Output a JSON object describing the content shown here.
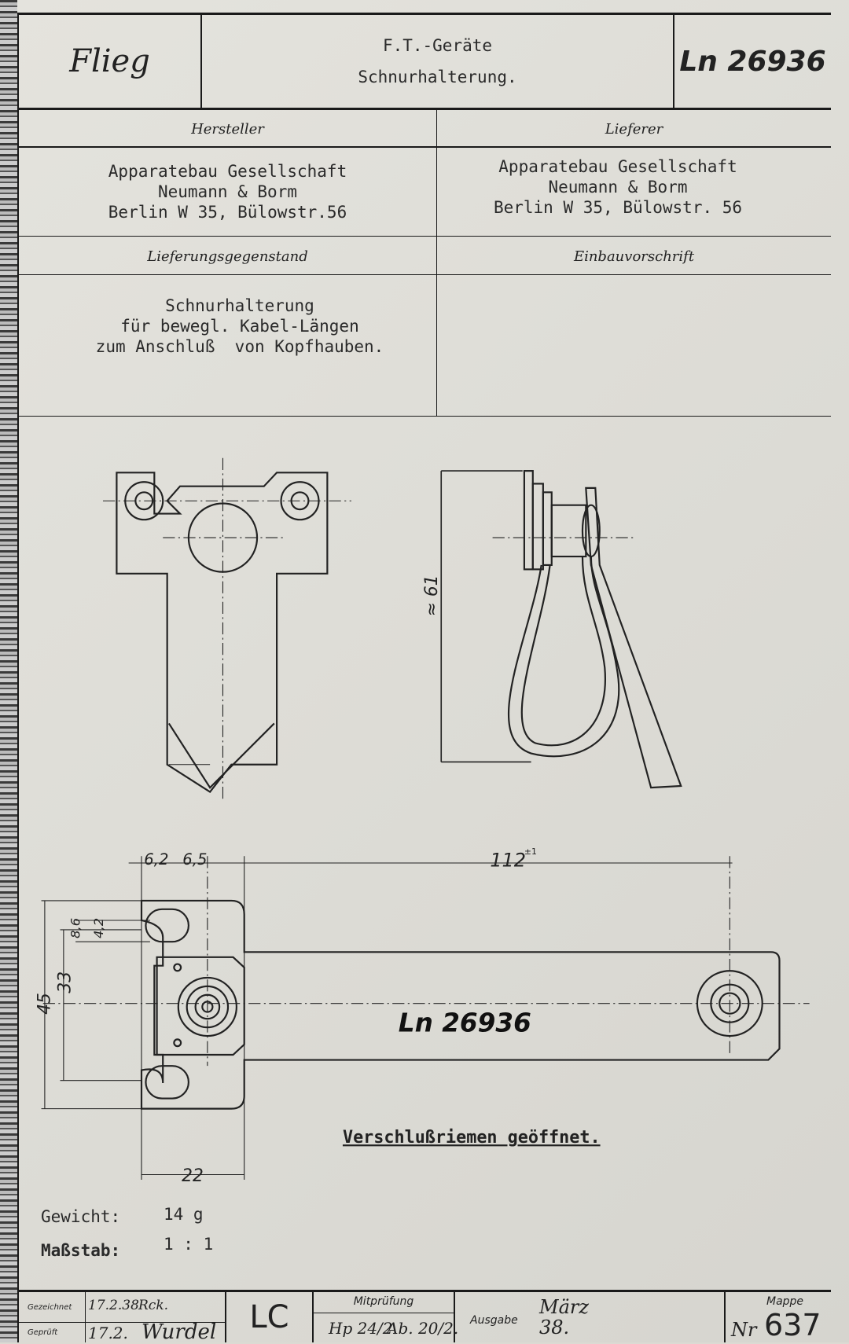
{
  "header": {
    "left": "Flieg",
    "title_line1": "F.T.-Geräte",
    "title_line2": "Schnurhalterung.",
    "part_number": "Ln 26936"
  },
  "sections": {
    "hersteller_label": "Hersteller",
    "hersteller": [
      "Apparatebau Gesellschaft",
      "Neumann & Borm",
      "Berlin W 35, Bülowstr.56"
    ],
    "lieferer_label": "Lieferer",
    "lieferer": [
      "Apparatebau Gesellschaft",
      "Neumann & Borm",
      "Berlin W 35, Bülowstr. 56"
    ],
    "gegenstand_label": "Lieferungsgegenstand",
    "gegenstand": [
      "Schnurhalterung",
      "für bewegl. Kabel-Längen",
      "zum Anschluß  von Kopfhauben."
    ],
    "einbau_label": "Einbauvorschrift"
  },
  "drawing": {
    "dim_height": "≈ 61",
    "dim_62": "6,2",
    "dim_65": "6,5",
    "dim_112": "112",
    "dim_112_tol": "±1",
    "dim_86": "8,6",
    "dim_42": "4,2",
    "dim_45": "45",
    "dim_33": "33",
    "dim_22": "22",
    "part_label": "Ln 26936",
    "caption": "Verschlußriemen geöffnet."
  },
  "specs": {
    "weight_label": "Gewicht:",
    "weight_value": "14 g",
    "scale_label": "Maßstab:",
    "scale_value": "1 : 1"
  },
  "footer": {
    "drawn_label": "Gezeichnet",
    "drawn_date": "17.2.38",
    "drawn_by": "Rck.",
    "checked_label": "Geprüft",
    "checked_date": "17.2.",
    "checked_by": "Wurdel",
    "code": "LC",
    "co_check_label": "Mitprüfung",
    "co_check_1": "Hp 24/2.",
    "co_check_2": "Ab. 20/2.",
    "issue_label": "Ausgabe",
    "issue_value": "März 38.",
    "folder_label": "Mappe",
    "folder_prefix": "Nr",
    "folder_number": "637"
  }
}
